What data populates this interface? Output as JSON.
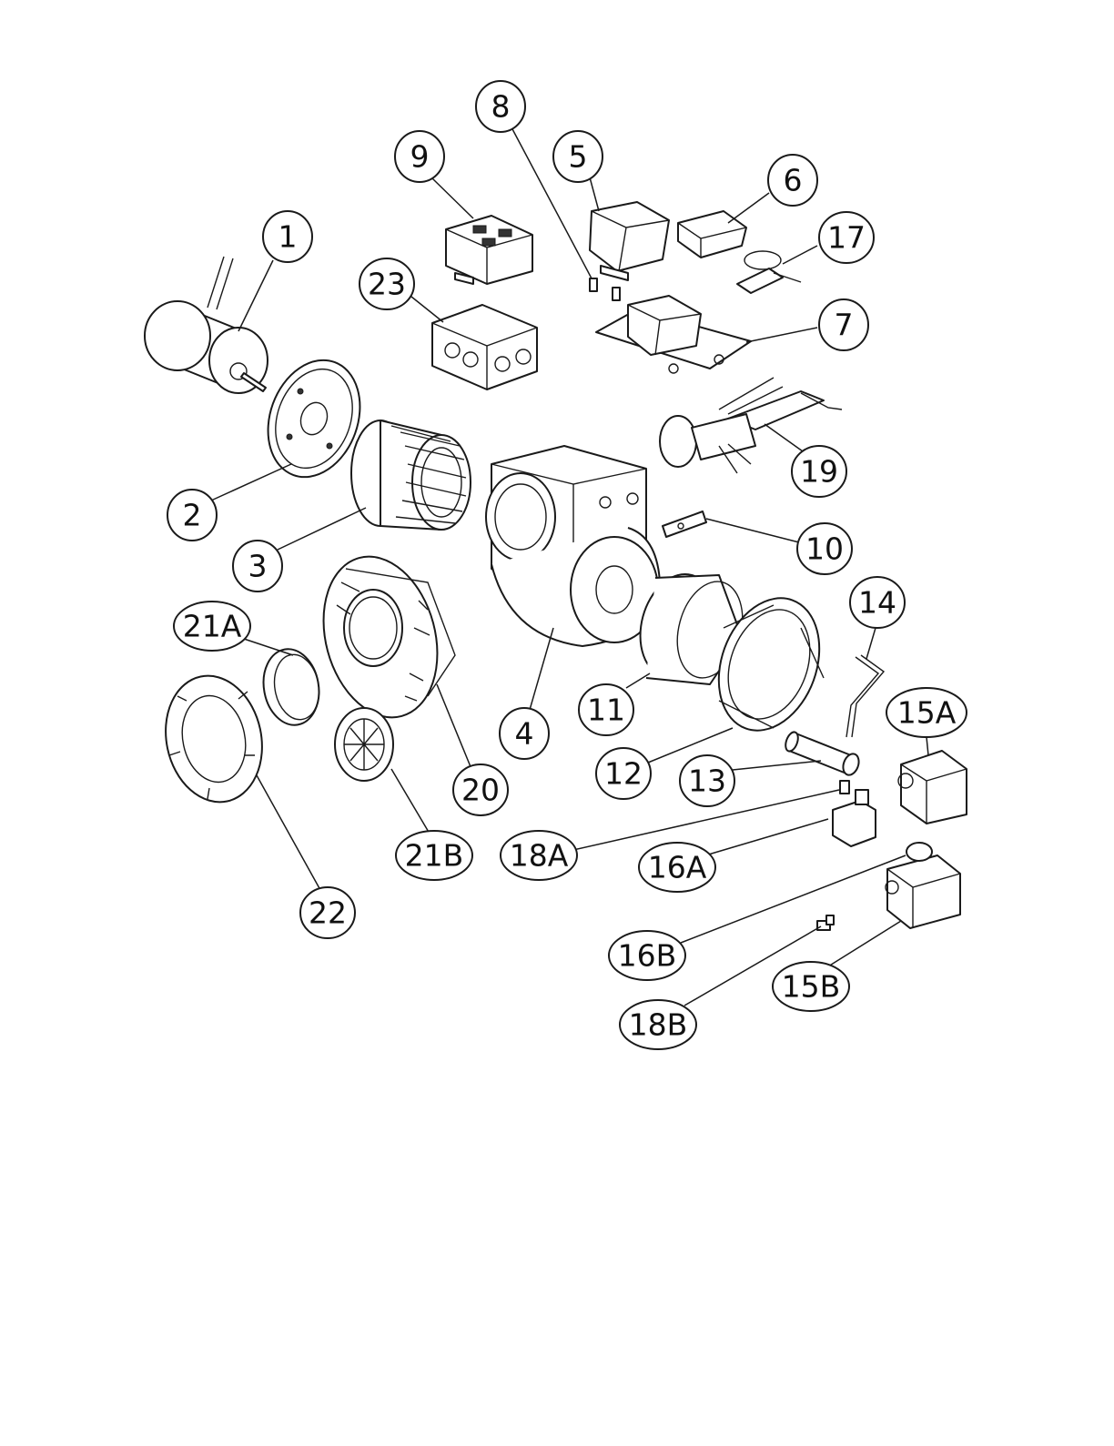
{
  "callouts": [
    {
      "id": "1",
      "label": "1"
    },
    {
      "id": "2",
      "label": "2"
    },
    {
      "id": "3",
      "label": "3"
    },
    {
      "id": "4",
      "label": "4"
    },
    {
      "id": "5",
      "label": "5"
    },
    {
      "id": "6",
      "label": "6"
    },
    {
      "id": "7",
      "label": "7"
    },
    {
      "id": "8",
      "label": "8"
    },
    {
      "id": "9",
      "label": "9"
    },
    {
      "id": "10",
      "label": "10"
    },
    {
      "id": "11",
      "label": "11"
    },
    {
      "id": "12",
      "label": "12"
    },
    {
      "id": "13",
      "label": "13"
    },
    {
      "id": "14",
      "label": "14"
    },
    {
      "id": "15A",
      "label": "15A"
    },
    {
      "id": "15B",
      "label": "15B"
    },
    {
      "id": "16A",
      "label": "16A"
    },
    {
      "id": "16B",
      "label": "16B"
    },
    {
      "id": "17",
      "label": "17"
    },
    {
      "id": "18A",
      "label": "18A"
    },
    {
      "id": "18B",
      "label": "18B"
    },
    {
      "id": "19",
      "label": "19"
    },
    {
      "id": "20",
      "label": "20"
    },
    {
      "id": "21A",
      "label": "21A"
    },
    {
      "id": "21B",
      "label": "21B"
    },
    {
      "id": "22",
      "label": "22"
    },
    {
      "id": "23",
      "label": "23"
    }
  ]
}
